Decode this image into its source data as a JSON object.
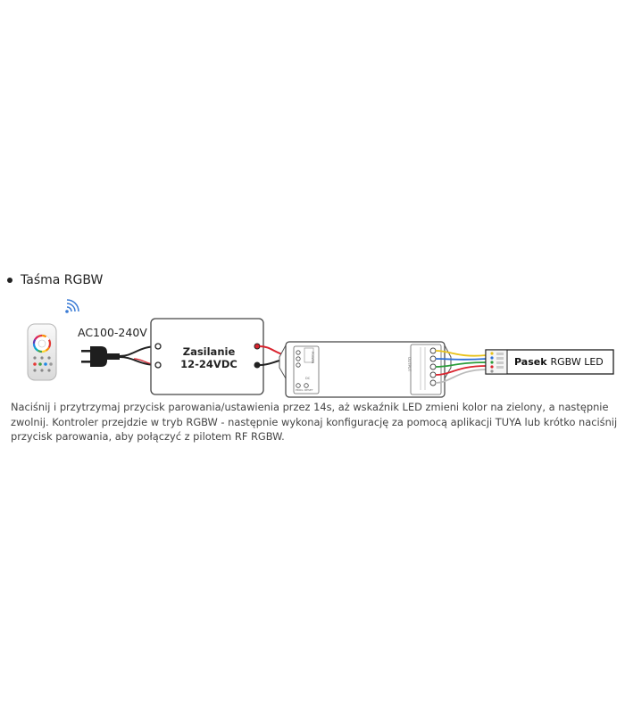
{
  "heading": "Taśma RGBW",
  "remote": {
    "icon": "rgb-remote-control-icon",
    "signal_icon": "wireless-signal-icon"
  },
  "ac_input": {
    "label": "AC100-240V",
    "icon": "power-plug-icon"
  },
  "power_supply": {
    "line1": "Zasilanie",
    "line2": "12-24VDC"
  },
  "controller": {
    "icon": "rgbw-controller-icon",
    "side_labels": [
      "OUTPUT"
    ],
    "front_labels": [
      "DC",
      "POWER",
      "PROG",
      "RESET"
    ]
  },
  "led_strip": {
    "label_bold": "Pasek",
    "label_rest": "RGBW LED"
  },
  "description": "Naciśnij i przytrzymaj przycisk parowania/ustawienia przez 14s, aż wskaźnik LED zmieni kolor na zielony, a następnie zwolnij. Kontroler przejdzie w tryb RGBW - następnie wykonaj konfigurację za pomocą aplikacji TUYA lub krótko naciśnij przycisk parowania, aby połączyć z pilotem RF RGBW.",
  "colors": {
    "wire_red": "#d9232e",
    "wire_black": "#222222",
    "wire_green": "#2a9d3a",
    "wire_blue": "#2e6fd6",
    "wire_yellow": "#e8c21a",
    "wire_white": "#ffffff",
    "signal_blue": "#3a7bd5"
  }
}
